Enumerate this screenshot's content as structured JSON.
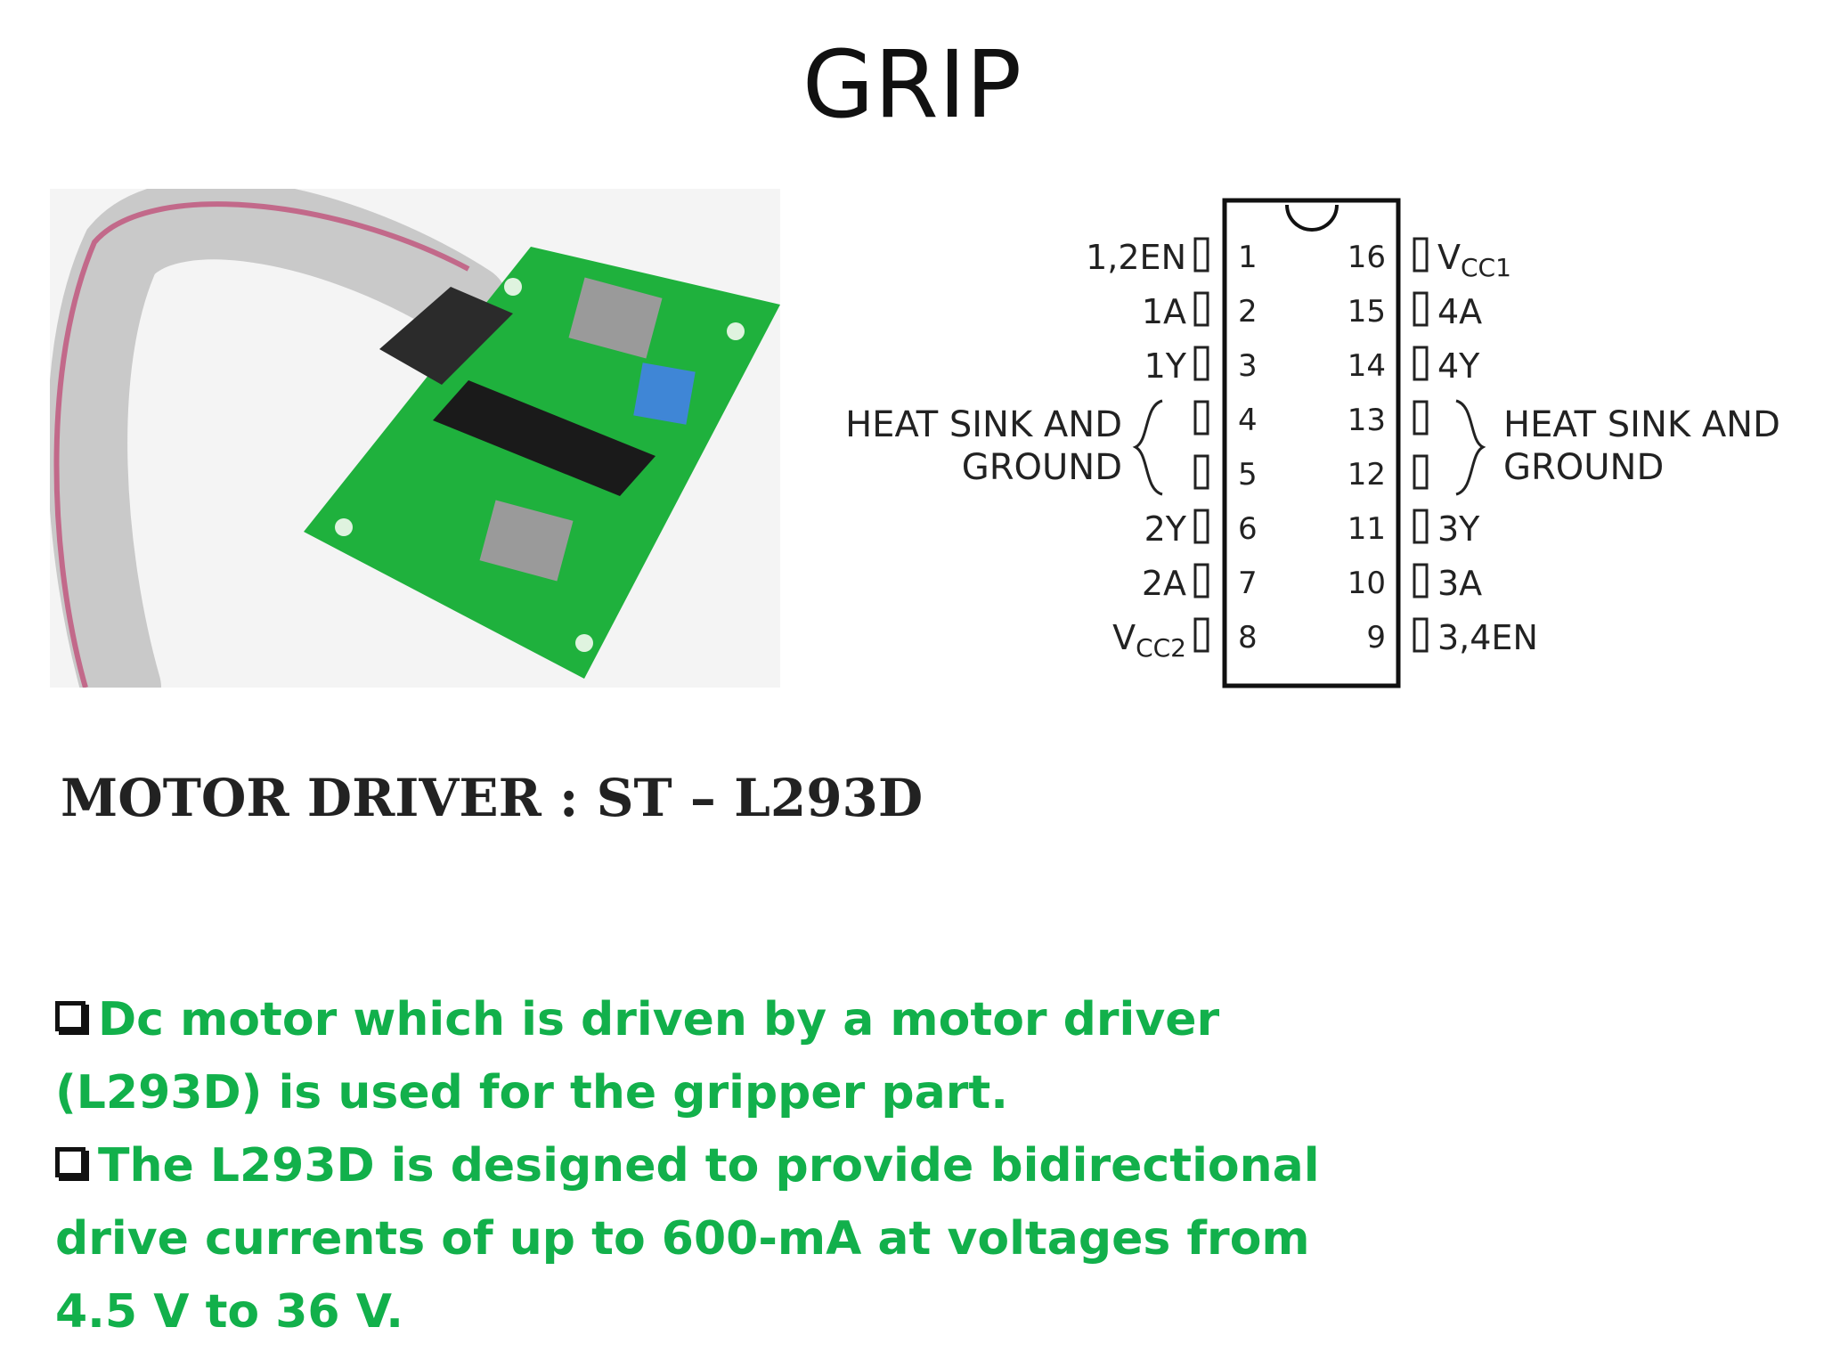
{
  "slide": {
    "title": "GRIP",
    "subtitle": "MOTOR DRIVER : ST – L293D",
    "bullets": [
      "Dc motor which is driven by a motor driver (L293D) is used for the gripper part.",
      "The L293D is designed to provide bidirectional drive currents of up to 600-mA at voltages from 4.5 V to 36 V."
    ]
  },
  "pinout": {
    "left_pins": [
      {
        "num": "1",
        "label": "1,2EN"
      },
      {
        "num": "2",
        "label": "1A"
      },
      {
        "num": "3",
        "label": "1Y"
      },
      {
        "num": "4",
        "label": ""
      },
      {
        "num": "5",
        "label": ""
      },
      {
        "num": "6",
        "label": "2Y"
      },
      {
        "num": "7",
        "label": "2A"
      },
      {
        "num": "8",
        "label": "VCC2"
      }
    ],
    "right_pins": [
      {
        "num": "16",
        "label": "VCC1"
      },
      {
        "num": "15",
        "label": "4A"
      },
      {
        "num": "14",
        "label": "4Y"
      },
      {
        "num": "13",
        "label": ""
      },
      {
        "num": "12",
        "label": ""
      },
      {
        "num": "11",
        "label": "3Y"
      },
      {
        "num": "10",
        "label": "3A"
      },
      {
        "num": "9",
        "label": "3,4EN"
      }
    ],
    "heat_sink_line1": "HEAT SINK AND",
    "heat_sink_line2": "GROUND"
  },
  "colors": {
    "bullet_text": "#12b04b",
    "pcb_green": "#1fb13d"
  }
}
